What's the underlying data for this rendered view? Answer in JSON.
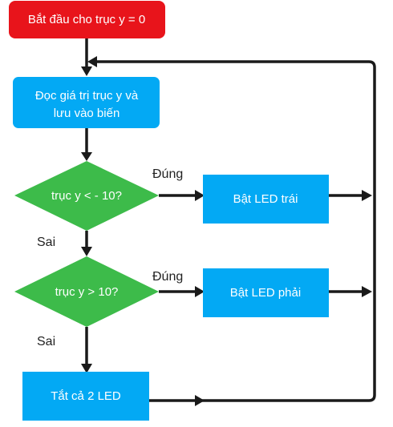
{
  "colors": {
    "start": "#e8141b",
    "process": "#03a9f4",
    "decision": "#3dbb4a",
    "line": "#1a1a1a"
  },
  "nodes": {
    "start": {
      "label": "Bắt đầu cho trục y = 0"
    },
    "read": {
      "line1": "Đọc giá trị trục y và",
      "line2": "lưu vào biến"
    },
    "decision1": {
      "label": "trục y < - 10?"
    },
    "led_left": {
      "label": "Bật LED trái"
    },
    "decision2": {
      "label": "trục y > 10?"
    },
    "led_right": {
      "label": "Bật LED phải"
    },
    "off_all": {
      "label": "Tắt cả 2 LED"
    }
  },
  "edges": {
    "d1_yes": "Đúng",
    "d1_no": "Sai",
    "d2_yes": "Đúng",
    "d2_no": "Sai"
  }
}
